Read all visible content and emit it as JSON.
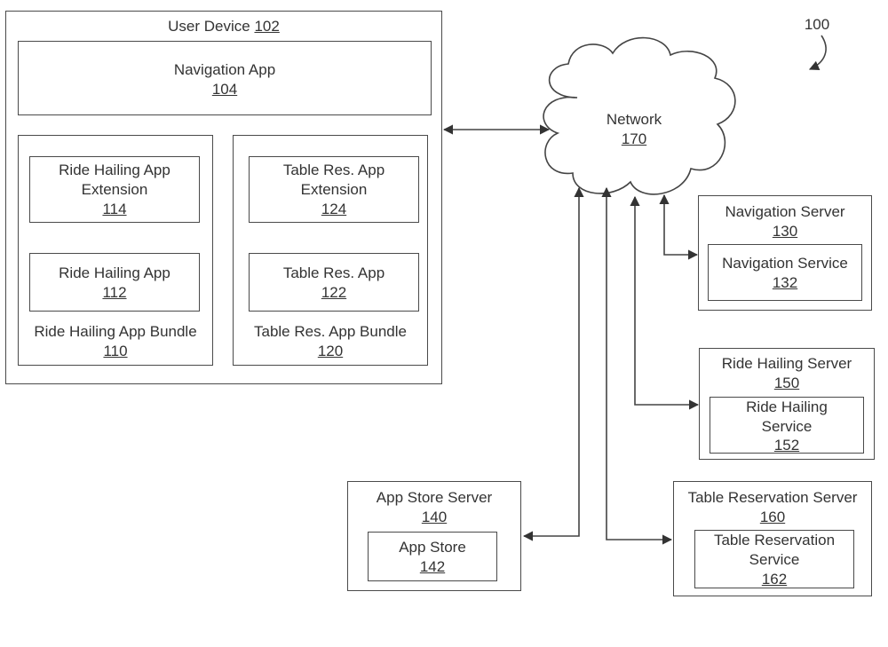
{
  "figure_ref": "100",
  "user_device": {
    "name": "User Device",
    "ref": "102"
  },
  "navigation_app": {
    "name": "Navigation App",
    "ref": "104"
  },
  "ride_bundle": {
    "name": "Ride Hailing App Bundle",
    "ref": "110"
  },
  "ride_ext": {
    "name_line1": "Ride Hailing App",
    "name_line2": "Extension",
    "ref": "114"
  },
  "ride_app": {
    "name": "Ride Hailing App",
    "ref": "112"
  },
  "table_bundle": {
    "name": "Table Res. App Bundle",
    "ref": "120"
  },
  "table_ext": {
    "name_line1": "Table Res. App",
    "name_line2": "Extension",
    "ref": "124"
  },
  "table_app": {
    "name": "Table Res. App",
    "ref": "122"
  },
  "network": {
    "name": "Network",
    "ref": "170"
  },
  "nav_server": {
    "name": "Navigation Server",
    "ref": "130"
  },
  "nav_service": {
    "name": "Navigation Service",
    "ref": "132"
  },
  "ride_server": {
    "name": "Ride Hailing Server",
    "ref": "150"
  },
  "ride_service": {
    "name_line1": "Ride Hailing",
    "name_line2": "Service",
    "ref": "152"
  },
  "appstore_server": {
    "name": "App Store Server",
    "ref": "140"
  },
  "appstore": {
    "name": "App Store",
    "ref": "142"
  },
  "table_server": {
    "name": "Table Reservation Server",
    "ref": "160"
  },
  "table_service": {
    "name_line1": "Table Reservation",
    "name_line2": "Service",
    "ref": "162"
  }
}
